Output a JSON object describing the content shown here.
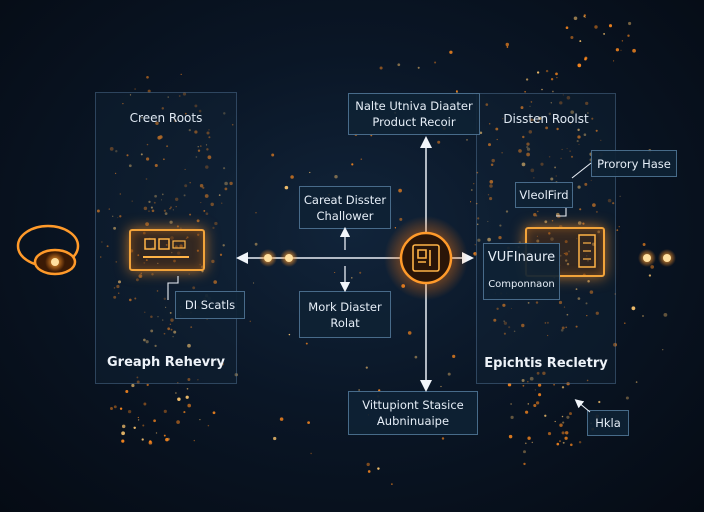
{
  "left_panel": {
    "title": "Creen Roots",
    "footer": "Greaph Rehevry",
    "tag": "DI Scatls"
  },
  "right_panel": {
    "title": "Dissten Roolst",
    "footer": "Epichtis Recletry",
    "tag": "VleolFird",
    "card_lines": [
      "VUFInaure",
      "Componnaon"
    ]
  },
  "center": {
    "top_box": [
      "Nalte Utniva Diaater",
      "Product Recoir"
    ],
    "upper_left_box": [
      "Careat Disster",
      "Challower"
    ],
    "lower_left_box": [
      "Mork Diaster",
      "Rolat"
    ],
    "bottom_box": [
      "Vittupiont Stasice",
      "Aubninuaipe"
    ]
  },
  "callouts": {
    "top_right": "Prorory Hase",
    "bottom_right": "Hkla"
  },
  "colors": {
    "accent": "#f2a33a",
    "glow": "#ff8a1e",
    "box_border": "#78aad2",
    "background": "#0a1626"
  }
}
